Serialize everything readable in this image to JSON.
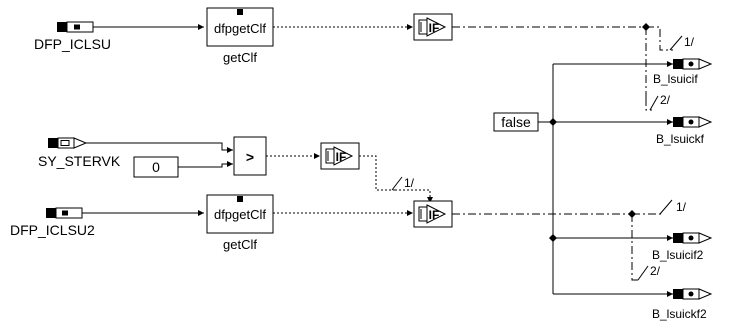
{
  "inputs": {
    "dfp_iclsu": "DFP_ICLSU",
    "sy_stervk": "SY_STERVK",
    "dfp_iclsu2": "DFP_ICLSU2"
  },
  "blocks": {
    "getclf_inner_top": "dfpgetClf",
    "getclf_caption_top": "getClf",
    "getclf_inner_bottom": "dfpgetClf",
    "getclf_caption_bottom": "getClf",
    "compare_op": ">",
    "constant_zero": "0",
    "constant_false": "false",
    "if_label": "IF"
  },
  "switch_labels": {
    "top_1": "1/",
    "top_2": "2/",
    "mid_1": "1/",
    "bottom_1": "1/",
    "bottom_2": "2/"
  },
  "outputs": {
    "b_lsuicif": "B_lsuicif",
    "b_lsuickf": "B_lsuickf",
    "b_lsuicif2": "B_lsuicif2",
    "b_lsuickf2": "B_lsuickf2"
  }
}
